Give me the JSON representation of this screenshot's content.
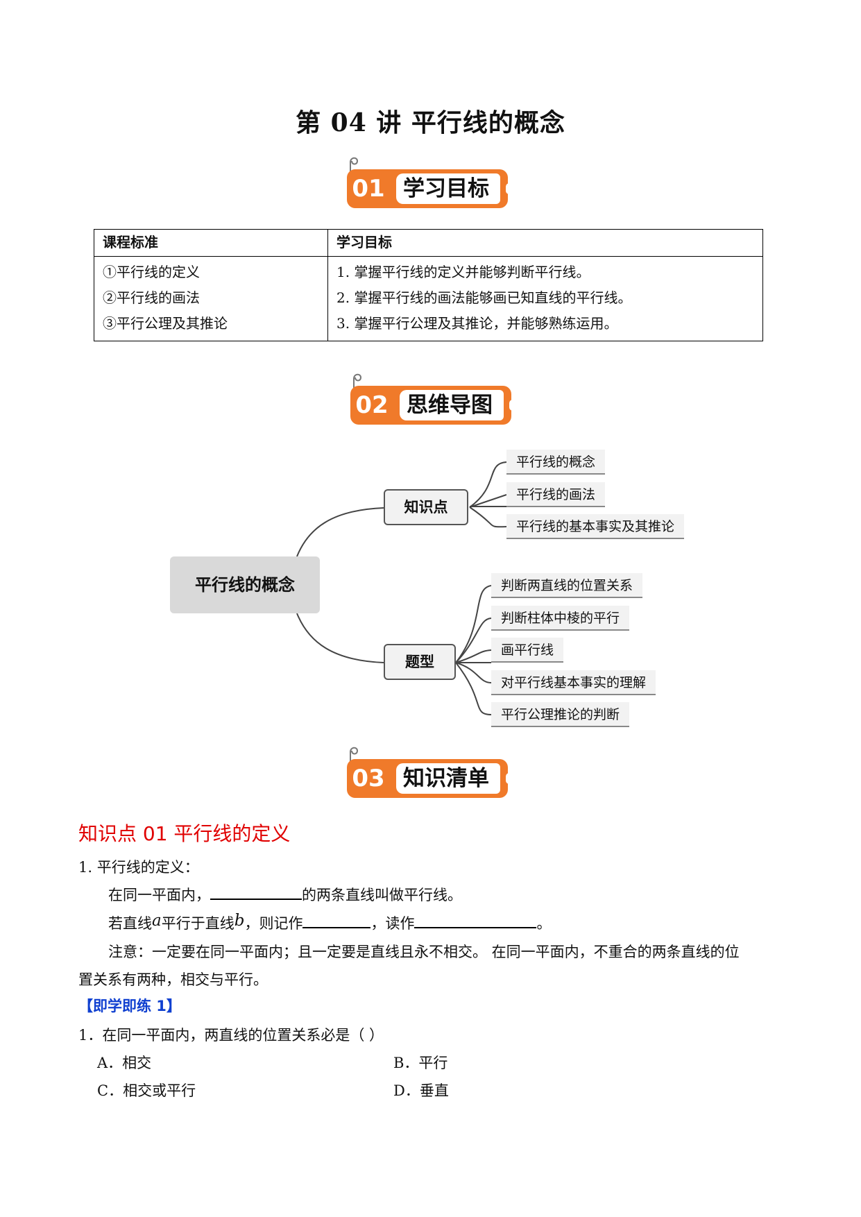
{
  "title": "第 04 讲  平行线的概念",
  "sections": [
    {
      "num": "01",
      "label": "学习目标"
    },
    {
      "num": "02",
      "label": "思维导图"
    },
    {
      "num": "03",
      "label": "知识清单"
    }
  ],
  "goals_table": {
    "headers": [
      "课程标准",
      "学习目标"
    ],
    "standards": [
      "①平行线的定义",
      "②平行线的画法",
      "③平行公理及其推论"
    ],
    "objectives": [
      "1. 掌握平行线的定义并能够判断平行线。",
      "2. 掌握平行线的画法能够画已知直线的平行线。",
      "3. 掌握平行公理及其推论，并能够熟练运用。"
    ]
  },
  "mindmap": {
    "root": "平行线的概念",
    "branches": [
      {
        "label": "知识点",
        "items": [
          "平行线的概念",
          "平行线的画法",
          "平行线的基本事实及其推论"
        ]
      },
      {
        "label": "题型",
        "items": [
          "判断两直线的位置关系",
          "判断柱体中棱的平行",
          "画平行线",
          "对平行线基本事实的理解",
          "平行公理推论的判断"
        ]
      }
    ]
  },
  "knowledge": {
    "heading": "知识点 01  平行线的定义",
    "item_label": "1.   平行线的定义：",
    "def_pre": "在同一平面内，",
    "def_post": "的两条直线叫做平行线。",
    "notation_1": "若直线",
    "var_a": "a",
    "notation_2": "平行于直线",
    "var_b": "b",
    "notation_3": "，则记作",
    "notation_4": "，读作",
    "notation_5": "。",
    "note_1": "注意：一定要在同一平面内；且一定要是直线且永不相交。 在同一平面内，不重合的两条直线的位",
    "note_2": "置关系有两种，相交与平行。"
  },
  "exercise": {
    "label": "【即学即练 1】",
    "question": "1．在同一平面内，两直线的位置关系必是（        ）",
    "options": [
      "A．相交",
      "B．平行",
      "C．相交或平行",
      "D．垂直"
    ]
  }
}
